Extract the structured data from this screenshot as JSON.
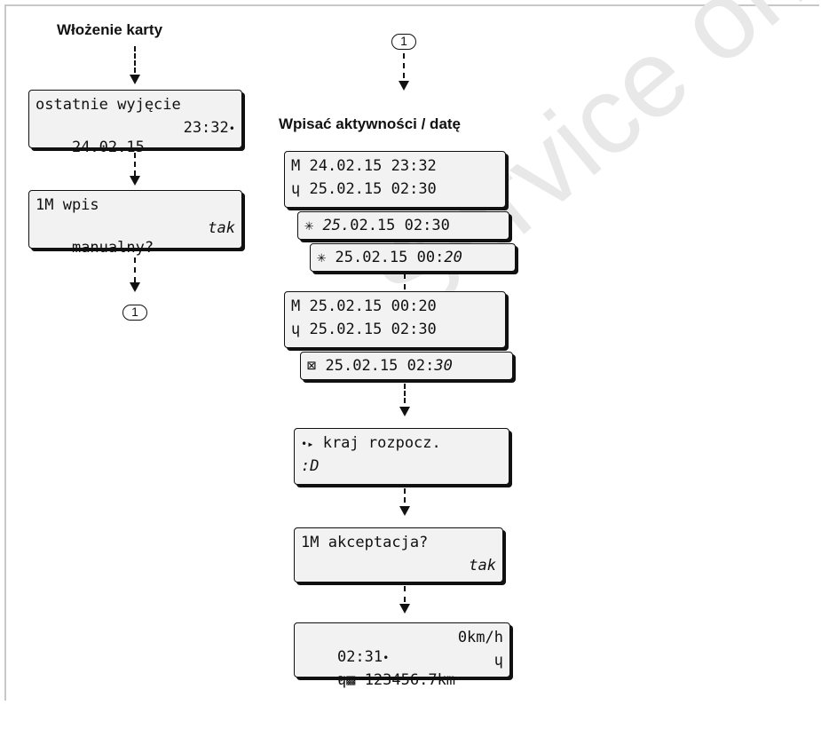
{
  "watermark": "Service only",
  "left": {
    "title": "Włożenie karty",
    "box1": {
      "line1": "ostatnie wyjęcie",
      "line2_date": "24.02.15",
      "line2_time": "23:32",
      "line2_sym": "•"
    },
    "box2": {
      "line1": "1M wpis",
      "line2": "manualny?",
      "line2_right": "tak"
    },
    "connector": "1"
  },
  "right": {
    "connector": "1",
    "title": "Wpisać aktywności / datę",
    "group1": {
      "a": {
        "prefix": "M",
        "text": "24.02.15 23:32"
      },
      "b": {
        "prefix": "ɥ",
        "text": "25.02.15 02:30"
      },
      "c": {
        "prefix": "✳",
        "text_italic": "25.",
        "text": "02.15 02:30"
      },
      "d": {
        "prefix": "✳",
        "text": "25.02.15 00:",
        "text_italic": "20"
      }
    },
    "group2": {
      "a": {
        "prefix": "M",
        "text": "25.02.15 00:20"
      },
      "b": {
        "prefix": "ɥ",
        "text": "25.02.15 02:30"
      },
      "c": {
        "prefix": "⊠",
        "text": "25.02.15 02:",
        "text_italic": "30"
      }
    },
    "box_country": {
      "icon": "•▸",
      "line1": "kraj rozpocz.",
      "line2": ":D"
    },
    "box_accept": {
      "line1": "1M akceptacja?",
      "line2_right": "tak"
    },
    "box_standard": {
      "line1_time": "02:31",
      "line1_sym": "•",
      "line1_speed": "0km/h",
      "line2_odo": "123456.7km",
      "line2_icon": "ɥ"
    }
  }
}
